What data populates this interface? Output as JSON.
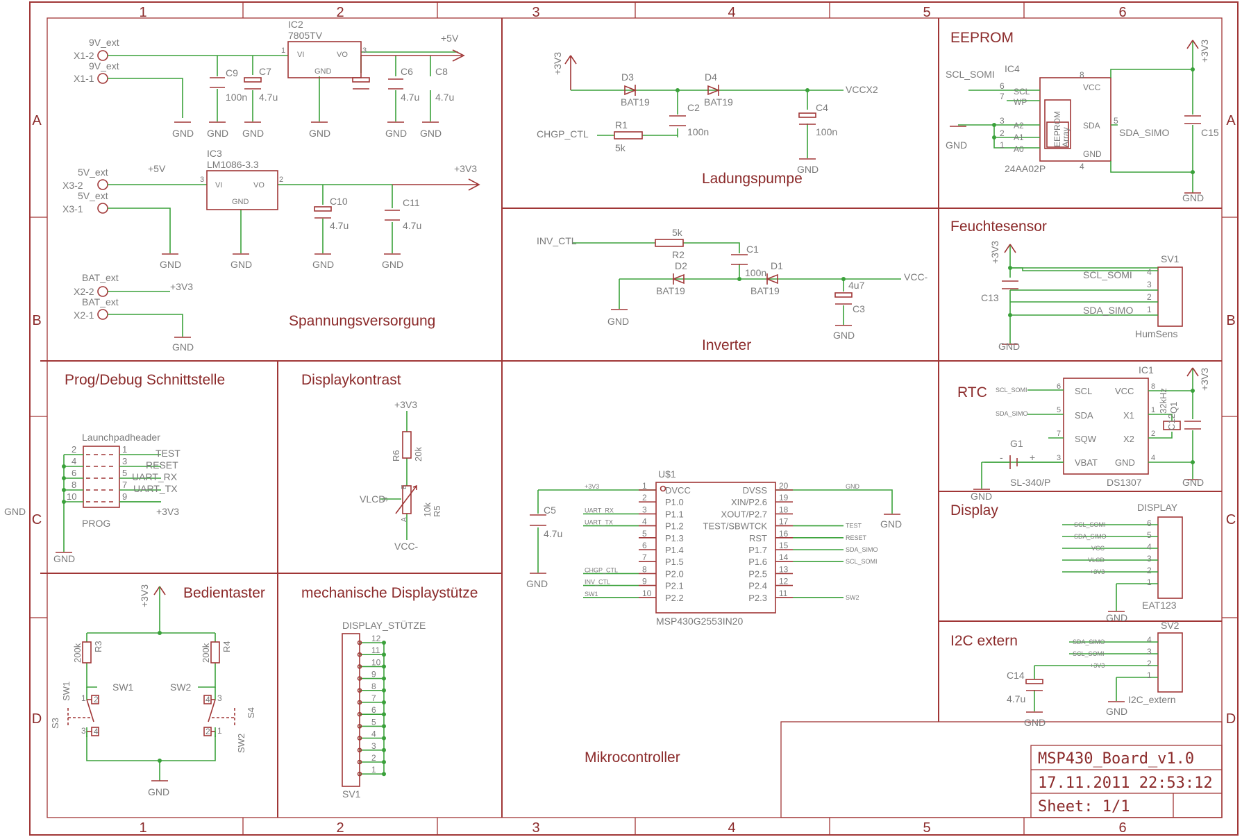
{
  "border": {
    "columns": [
      "1",
      "2",
      "3",
      "4",
      "5",
      "6"
    ],
    "rows": [
      "A",
      "B",
      "C",
      "D"
    ]
  },
  "sections": {
    "power": "Spannungsversorgung",
    "charge_pump": "Ladungspumpe",
    "inverter": "Inverter",
    "eeprom": "EEPROM",
    "humidity": "Feuchtesensor",
    "rtc": "RTC",
    "display": "Display",
    "i2c": "I2C extern",
    "prog": "Prog/Debug Schnittstelle",
    "contrast": "Displaykontrast",
    "buttons": "Bedientaster",
    "standoff": "mechanische Displaystütze",
    "mcu": "Mikrocontroller"
  },
  "title_block": {
    "name": "MSP430_Board_v1.0",
    "date": "17.11.2011 22:53:12",
    "sheet": "Sheet: 1/1"
  },
  "nets": {
    "gnd": "GND",
    "v5": "+5V",
    "v33": "+3V3",
    "vccx2": "VCCX2",
    "vccm": "VCC-",
    "chgp": "CHGP_CTL",
    "inv": "INV_CTL",
    "scl": "SCL_SOMI",
    "sda": "SDA_SIMO",
    "vlcd": "VLCD",
    "vcc": "VCC",
    "sw1": "SW1",
    "sw2": "SW2",
    "test": "TEST",
    "reset": "RESET",
    "uart_rx": "UART_RX",
    "uart_tx": "UART_TX",
    "vlcd_c": "VLCD"
  },
  "power": {
    "x1_2": "X1-2",
    "x1_1": "X1-1",
    "ext9": "9V_ext",
    "x3_2": "X3-2",
    "x3_1": "X3-1",
    "ext5": "5V_ext",
    "x2_2": "X2-2",
    "x2_1": "X2-1",
    "extbat": "BAT_ext",
    "ic2": "IC2",
    "ic2_val": "7805TV",
    "ic3": "IC3",
    "ic3_val": "LM1086-3.3",
    "vi": "VI",
    "vo": "VO",
    "gnd_pin": "GND",
    "p1": "1",
    "p2": "2",
    "p3": "3",
    "c9": "C9",
    "c9v": "100n",
    "c7": "C7",
    "c7v": "4.7u",
    "c6": "C6",
    "c6v": "4.7u",
    "c8": "C8",
    "c8v": "4.7u",
    "c10": "C10",
    "c10v": "4.7u",
    "c11": "C11",
    "c11v": "4.7u"
  },
  "charge": {
    "d3": "D3",
    "d4": "D4",
    "bat": "BAT19",
    "c2": "C2",
    "c2v": "100n",
    "c4": "C4",
    "c4v": "100n",
    "r1": "R1",
    "r1v": "5k"
  },
  "inverter": {
    "r2": "R2",
    "r2v": "5k",
    "c1": "C1",
    "c1v": "100n",
    "d1": "D1",
    "d2": "D2",
    "bat": "BAT19",
    "c3": "C3",
    "c3v": "4u7"
  },
  "eeprom": {
    "ic4": "IC4",
    "val": "24AA02P",
    "scl": "SCL",
    "wp": "WP",
    "a2": "A2",
    "a1": "A1",
    "a0": "A0",
    "vcc": "VCC",
    "sda": "SDA",
    "gnd": "GND",
    "arr1": "EEPROM",
    "arr2": "Array",
    "c15": "C15",
    "p6": "6",
    "p7": "7",
    "p3": "3",
    "p2": "2",
    "p1": "1",
    "p8": "8",
    "p5": "5",
    "p4": "4"
  },
  "humidity": {
    "sv1": "SV1",
    "name": "HumSens",
    "c13": "C13",
    "p4": "4",
    "p3": "3",
    "p2": "2",
    "p1": "1"
  },
  "rtc": {
    "ic1": "IC1",
    "val": "DS1307",
    "scl": "SCL",
    "sda": "SDA",
    "sqw": "SQW",
    "vbat": "VBAT",
    "vcc": "VCC",
    "x1": "X1",
    "x2": "X2",
    "gnd": "GND",
    "q1": "Q1",
    "q1v": "32kHz",
    "c12": "C12",
    "g1": "G1",
    "g1v": "SL-340/P",
    "minus": "-",
    "plus": "+",
    "p6": "6",
    "p5": "5",
    "p7": "7",
    "p3": "3",
    "p8": "8",
    "p1": "1",
    "p2": "2",
    "p4": "4"
  },
  "display": {
    "conn": "DISPLAY",
    "val": "EAT123",
    "p6": "6",
    "p5": "5",
    "p4": "4",
    "p3": "3",
    "p2": "2",
    "p1": "1"
  },
  "i2c": {
    "sv2": "SV2",
    "name": "I2C_extern",
    "c14": "C14",
    "c14v": "4.7u",
    "p4": "4",
    "p3": "3",
    "p2": "2",
    "p1": "1"
  },
  "prog": {
    "header": "Launchpadheader",
    "name": "PROG",
    "left": [
      "2",
      "4",
      "6",
      "8",
      "10"
    ],
    "right": [
      "1",
      "3",
      "5",
      "7",
      "9"
    ],
    "sig": [
      "TEST",
      "RESET",
      "UART_RX",
      "UART_TX",
      "+3V3"
    ]
  },
  "contrast": {
    "r6": "R6",
    "r6v": "20k",
    "r5": "R5",
    "r5v": "10k",
    "e": "E",
    "a": "A",
    "s": "S"
  },
  "buttons": {
    "r3": "R3",
    "r3v": "200k",
    "r4": "R4",
    "r4v": "200k",
    "sw1": "SW1",
    "sw2": "SW2",
    "s3": "S3",
    "s4": "S4",
    "p1": "1",
    "p2": "2",
    "p3": "3",
    "p4": "4"
  },
  "standoff": {
    "name": "DISPLAY_STÜTZE",
    "sv": "SV1",
    "pins": [
      "12",
      "11",
      "10",
      "9",
      "8",
      "7",
      "6",
      "5",
      "4",
      "3",
      "2",
      "1"
    ]
  },
  "mcu": {
    "ref": "U$1",
    "val": "MSP430G2553IN20",
    "c5": "C5",
    "c5v": "4.7u",
    "left_pins": [
      "1",
      "2",
      "3",
      "4",
      "5",
      "6",
      "7",
      "8",
      "9",
      "10"
    ],
    "left_names": [
      "DVCC",
      "P1.0",
      "P1.1",
      "P1.2",
      "P1.3",
      "P1.4",
      "P1.5",
      "P2.0",
      "P2.1",
      "P2.2"
    ],
    "right_pins": [
      "20",
      "19",
      "18",
      "17",
      "16",
      "15",
      "14",
      "13",
      "12",
      "11"
    ],
    "right_names": [
      "DVSS",
      "XIN/P2.6",
      "XOUT/P2.7",
      "TEST/SBWTCK",
      "RST",
      "P1.7",
      "P1.6",
      "P2.5",
      "P2.4",
      "P2.3"
    ],
    "left_nets": [
      "+3V3",
      "",
      "UART_RX",
      "UART_TX",
      "",
      "",
      "",
      "CHGP_CTL",
      "INV_CTL",
      "SW1"
    ],
    "right_nets": [
      "GND",
      "",
      "",
      "TEST",
      "RESET",
      "SDA_SIMO",
      "SCL_SOMI",
      "",
      "",
      "SW2"
    ]
  }
}
